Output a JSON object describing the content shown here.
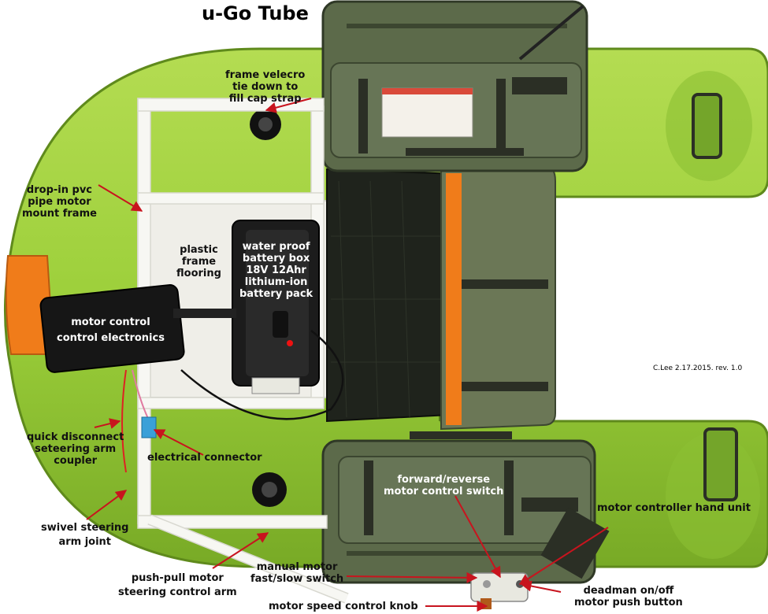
{
  "title": "u-Go Tube",
  "credit": "C.Lee 2.17.2015. rev. 1.0",
  "colors": {
    "tube_green": "#9ccf3a",
    "tube_shadow": "#6f9e22",
    "bag_olive": "#5c6a4a",
    "bag_dark": "#3c4630",
    "pvc_white": "#f2f2ee",
    "strap_orange": "#f07c1a",
    "arrow_red": "#c8141e"
  },
  "labels": {
    "velcro": "frame velecro\ntie down to\nfill cap strap",
    "pvc_frame": "drop-in pvc\npipe motor\nmount frame",
    "flooring": "plastic\nframe\nflooring",
    "battery": "water proof\nbattery box\n18V 12Ahr\nlithium-ion\nbattery pack",
    "motor_control": "motor control\ncontrol electronics",
    "quick_disconnect": "quick disconnect\nseteering arm\ncoupler",
    "electrical_connector": "electrical connector",
    "swivel": "swivel steering\narm joint",
    "push_pull": "push-pull motor\nsteering control arm",
    "manual_switch": "manual motor\nfast/slow switch",
    "speed_knob": "motor speed control knob",
    "fwd_rev": "forward/reverse\nmotor control switch",
    "hand_unit": "motor controller hand unit",
    "deadman": "deadman on/off\nmotor push button"
  }
}
